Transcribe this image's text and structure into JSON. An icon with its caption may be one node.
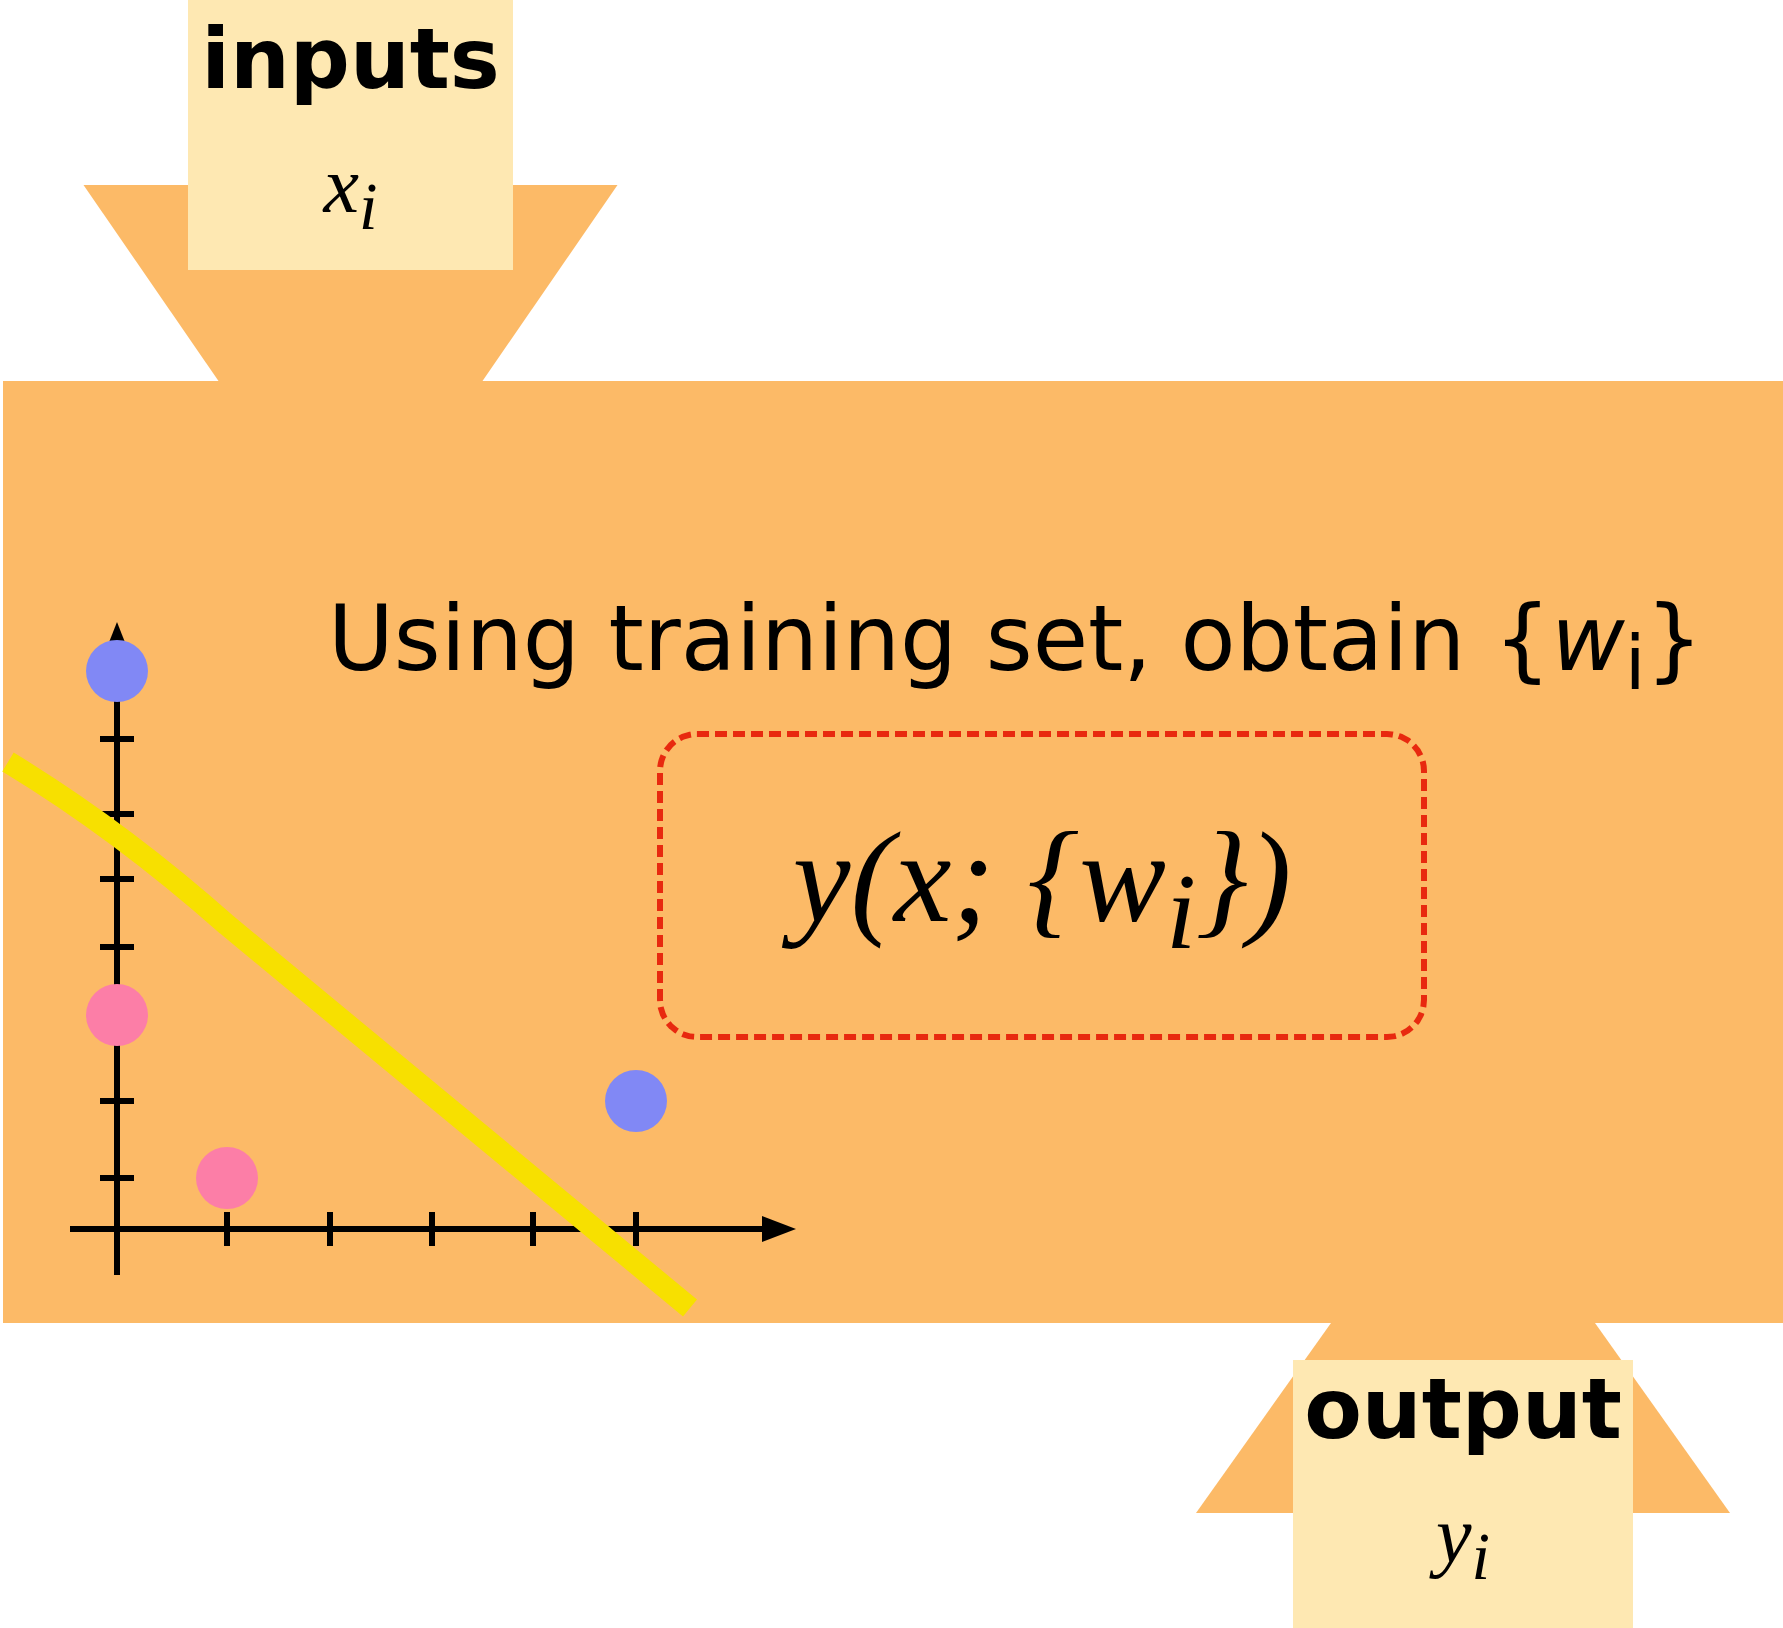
{
  "diagram": {
    "nodes": [
      {
        "text": [
          "inputs",
          "x$_{i}$"
        ]
      },
      {
        "text": [
          "Using training set, obtain {*w*$_{i}$}"
        ]
      },
      {
        "text": [
          "y(x; {w$_{i}$})"
        ],
        "in": 1
      },
      {
        "text": [
          "output",
          "y$_{i}$"
        ]
      }
    ],
    "edges": [
      {
        "from": 0,
        "to": 1,
        "arrow": "none"
      },
      {
        "from": 1,
        "to": 3,
        "arrow": "none"
      }
    ]
  }
}
